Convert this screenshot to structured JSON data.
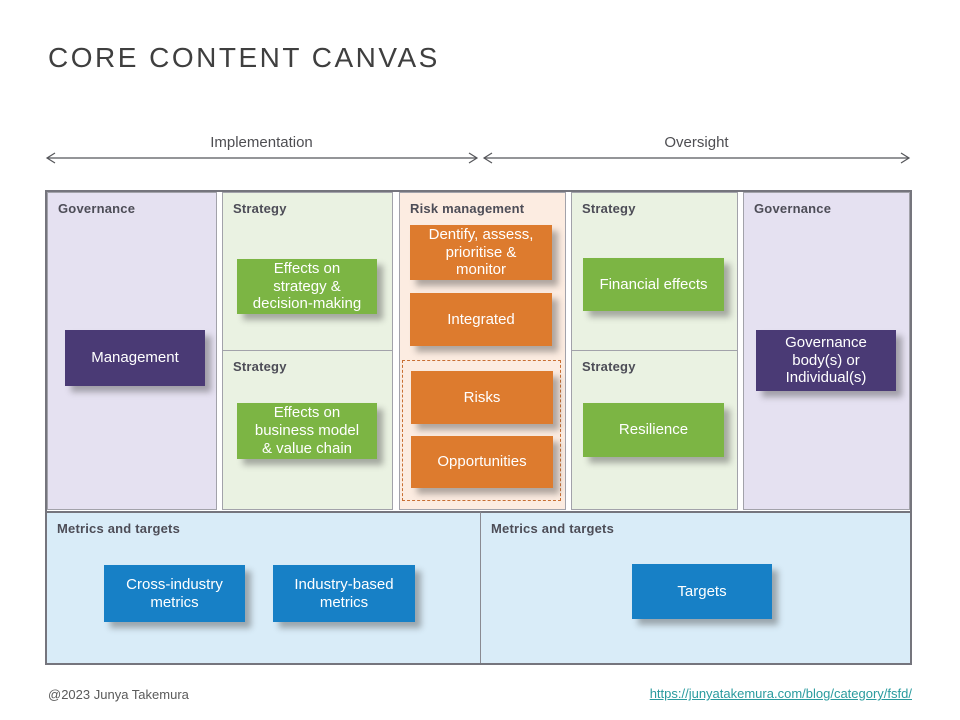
{
  "title": "CORE CONTENT CANVAS",
  "axes": {
    "implementation": "Implementation",
    "oversight": "Oversight"
  },
  "canvas": {
    "governance_left": {
      "header": "Governance",
      "box": "Management"
    },
    "strategy_impl_top": {
      "header": "Strategy",
      "box": "Effects on strategy & decision-making"
    },
    "strategy_impl_bottom": {
      "header": "Strategy",
      "box": "Effects on business model & value chain"
    },
    "risk_management": {
      "header": "Risk management",
      "process_box": "Dentify, assess, prioritise & monitor",
      "integrated_box": "Integrated",
      "risks_box": "Risks",
      "opportunities_box": "Opportunities"
    },
    "strategy_over_top": {
      "header": "Strategy",
      "box": "Financial effects"
    },
    "strategy_over_bottom": {
      "header": "Strategy",
      "box": "Resilience"
    },
    "governance_right": {
      "header": "Governance",
      "box": "Governance body(s) or Individual(s)"
    },
    "metrics_left": {
      "header": "Metrics and targets",
      "box1": "Cross-industry metrics",
      "box2": "Industry-based metrics"
    },
    "metrics_right": {
      "header": "Metrics and targets",
      "box": "Targets"
    }
  },
  "colors": {
    "green_box": "#7cb544",
    "orange_box": "#dd7b2e",
    "purple_box": "#4a3a75",
    "blue_box": "#1780c6",
    "lavender_cell": "#e5e1f1",
    "green_cell": "#eaf2e2",
    "peach_cell": "#fcece1",
    "blue_cell": "#d9ecf8",
    "dashed_border": "#c86f33",
    "link": "#2a9b9e"
  },
  "footer": {
    "credit": "@2023 Junya Takemura",
    "link": "https://junyatakemura.com/blog/category/fsfd/"
  }
}
